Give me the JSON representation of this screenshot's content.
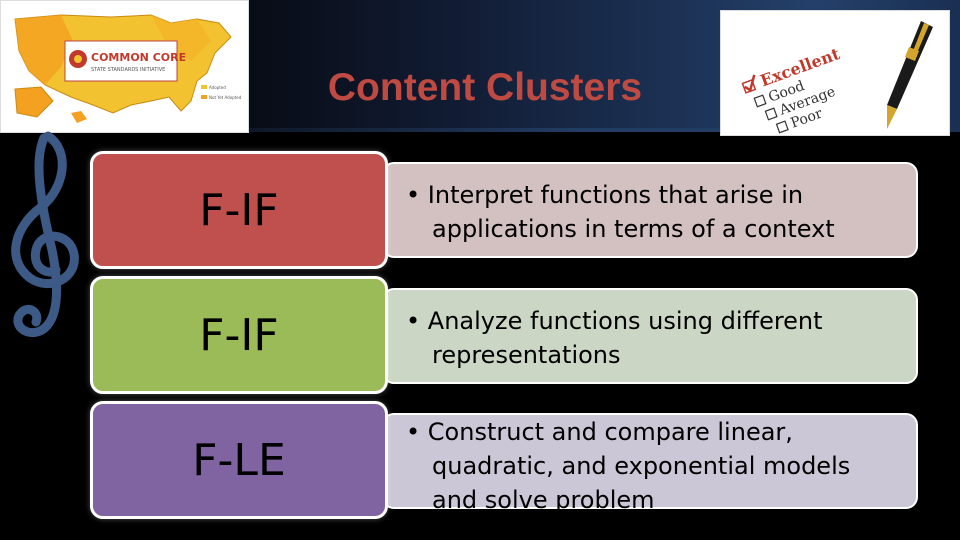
{
  "slide": {
    "title": "Content Clusters"
  },
  "colors": {
    "title": "#bf4a42",
    "row1_code": "#c0504d",
    "row1_desc": "#d3c0c0",
    "row2_code": "#9bbb59",
    "row2_desc": "#ccd6c4",
    "row3_code": "#8064a2",
    "row3_desc": "#ccc7d6"
  },
  "images": {
    "map_logo": {
      "icon": "us-map-logo-icon",
      "logo_text": "COMMON CORE",
      "logo_subtext": "STATE STANDARDS INITIATIVE",
      "legend": [
        "Adopted",
        "Not Yet Adopted"
      ]
    },
    "evaluation": {
      "icon": "evaluation-checklist-pen-icon",
      "options": [
        "Excellent",
        "Good",
        "Average",
        "Poor"
      ]
    },
    "clef": {
      "icon": "treble-clef-icon"
    }
  },
  "clusters": [
    {
      "code": "F-IF",
      "bullet": "•",
      "lines": [
        "Interpret functions that arise in",
        "applications in terms of a context"
      ]
    },
    {
      "code": "F-IF",
      "bullet": "•",
      "lines": [
        "Analyze functions using different",
        "representations"
      ]
    },
    {
      "code": "F-LE",
      "bullet": "•",
      "lines": [
        "Construct and compare linear,",
        "quadratic, and exponential models",
        "and solve problem"
      ]
    }
  ]
}
